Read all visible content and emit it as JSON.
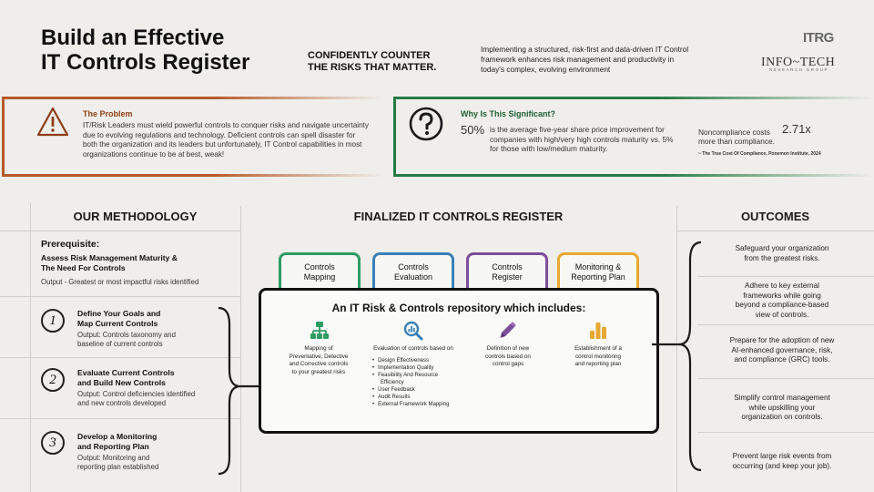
{
  "header": {
    "title_line1": "Build an Effective",
    "title_line2": "IT Controls Register",
    "tagline_line1": "CONFIDENTLY COUNTER",
    "tagline_line2": "THE RISKS THAT MATTER.",
    "intro": "Implementing a structured, risk-first and data-driven IT Control framework enhances risk management and productivity in today's complex, evolving environment",
    "logo_itrg": "ITRG",
    "logo_name": "INFO~TECH",
    "logo_sub": "RESEARCH GROUP"
  },
  "problem": {
    "title": "The Problem",
    "text": "IT/Risk Leaders must wield powerful controls to conquer risks and navigate uncertainty due to evolving regulations and technology. Deficient controls can spell disaster for both the organization and its leaders but unfortunately, IT Control capabilities in most organizations continue to be at best, weak!"
  },
  "significance": {
    "title": "Why Is This Significant?",
    "stat1_value": "50%",
    "stat1_text": "is the average five-year share price improvement for companies with high/very high controls maturity vs. 5% for those with low/medium maturity.",
    "stat2_prefix": "Noncompliance costs",
    "stat2_value": "2.71x",
    "stat2_suffix": "more than compliance.",
    "source": "~ The True Cost Of Compliance, Ponemon Institute, 2024"
  },
  "columns": {
    "methodology": "OUR METHODOLOGY",
    "register": "FINALIZED IT CONTROLS REGISTER",
    "outcomes": "OUTCOMES"
  },
  "methodology": {
    "prereq_title": "Prerequisite:",
    "prereq_line1": "Assess Risk Management Maturity &",
    "prereq_line2": "The Need For Controls",
    "prereq_output": "Output - Greatest or most impactful risks identified",
    "steps": [
      {
        "num": "1",
        "title_line1": "Define Your Goals and",
        "title_line2": "Map Current Controls",
        "out_line1": "Output: Controls taxonomy and",
        "out_line2": "baseline of current controls"
      },
      {
        "num": "2",
        "title_line1": "Evaluate Current Controls",
        "title_line2": "and Build New Controls",
        "out_line1": "Output: Control deficiencies identified",
        "out_line2": "and new controls developed"
      },
      {
        "num": "3",
        "title_line1": "Develop a Monitoring",
        "title_line2": "and Reporting Plan",
        "out_line1": "Output: Monitoring and",
        "out_line2": "reporting plan established"
      }
    ]
  },
  "register": {
    "tabs": [
      {
        "line1": "Controls",
        "line2": "Mapping",
        "color": "#2e9c63"
      },
      {
        "line1": "Controls",
        "line2": "Evaluation",
        "color": "#3a7fb5"
      },
      {
        "line1": "Controls",
        "line2": "Register",
        "color": "#7b4d9a"
      },
      {
        "line1": "Monitoring &",
        "line2": "Reporting Plan",
        "color": "#e8a832"
      }
    ],
    "repo_title": "An IT Risk & Controls repository which includes:",
    "items": [
      {
        "icon": "hierarchy-icon",
        "color": "#2e9c63",
        "caption": [
          "Mapping of",
          "Preventative, Detective",
          "and Corrective controls",
          "to your greatest risks"
        ]
      },
      {
        "icon": "magnifier-chart-icon",
        "color": "#3a7fb5",
        "caption": [
          "Evaluation of controls based on"
        ],
        "list": [
          "Design Effectiveness",
          "Implementation Quality",
          "Feasibility And Resource",
          "Efficiency",
          "User Feedback",
          "Audit Results",
          "External Framework Mapping"
        ]
      },
      {
        "icon": "pencil-icon",
        "color": "#7b4d9a",
        "caption": [
          "Definition of new",
          "controls based on",
          "control gaps"
        ]
      },
      {
        "icon": "bar-chart-icon",
        "color": "#e8a832",
        "caption": [
          "Establishment of a",
          "control monitoring",
          "and reporting plan"
        ]
      }
    ]
  },
  "outcomes": [
    {
      "line1": "Safeguard your organization",
      "line2": "from the greatest risks."
    },
    {
      "line1": "Adhere to key external",
      "line2": "frameworks while going",
      "line3": "beyond a compliance-based",
      "line4": "view of controls."
    },
    {
      "line1": "Prepare for the adoption of new",
      "line2": "AI-enhanced governance, risk,",
      "line3": "and compliance (GRC) tools."
    },
    {
      "line1": "Simplify control management",
      "line2": "while upskilling your",
      "line3": "organization on controls."
    },
    {
      "line1": "Prevent large risk events from",
      "line2": "occurring (and keep your job)."
    }
  ]
}
